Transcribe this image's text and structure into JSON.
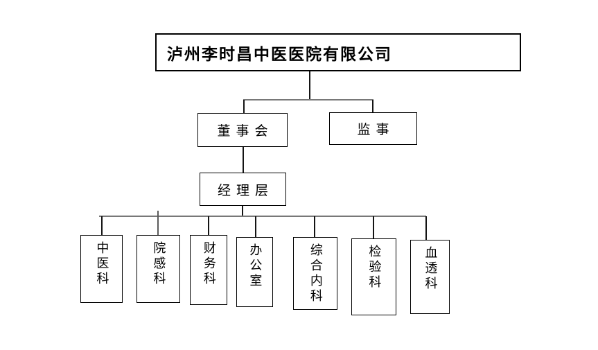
{
  "org": {
    "title": "泸州李时昌中医医院有限公司",
    "board": {
      "label": "董事会"
    },
    "supervisor": {
      "label": "监事"
    },
    "management": {
      "label": "经理层"
    },
    "departments": [
      {
        "label": "中医科"
      },
      {
        "label": "院感科"
      },
      {
        "label": "财务科"
      },
      {
        "label": "办公室"
      },
      {
        "label": "综合内科"
      },
      {
        "label": "检验科"
      },
      {
        "label": "血透科"
      }
    ]
  },
  "colors": {
    "box_border": "#000000",
    "connector_dark": "#141414",
    "connector_gray": "#787878",
    "background": "#ffffff",
    "text": "#000000"
  }
}
